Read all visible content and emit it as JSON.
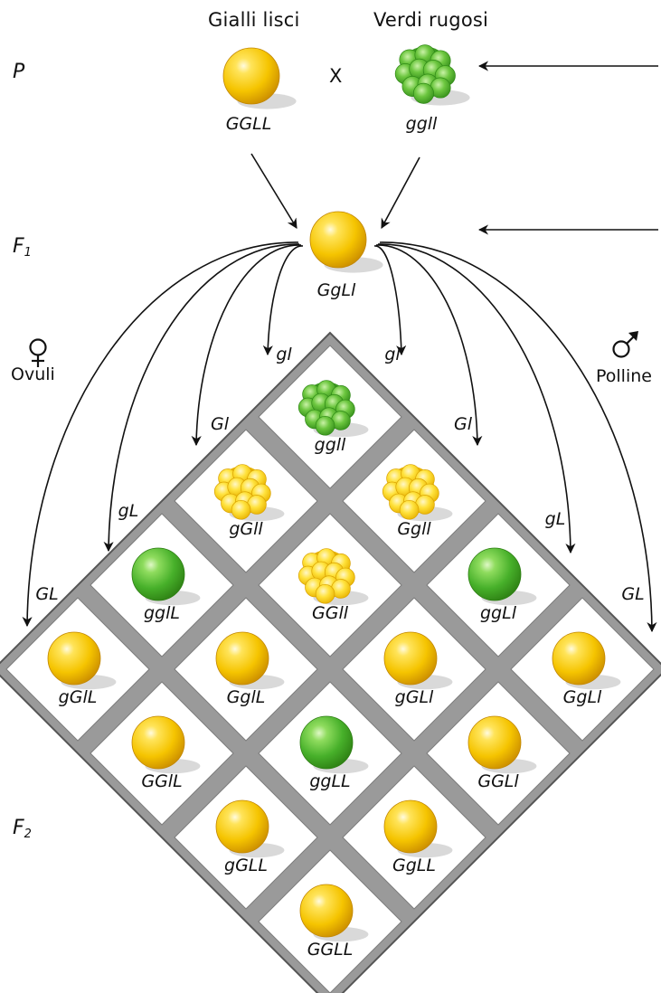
{
  "parents": {
    "left": {
      "title": "Gialli lisci",
      "genotype": "GGLL",
      "phenotype": "yellow-smooth"
    },
    "cross": "X",
    "right": {
      "title": "Verdi rugosi",
      "genotype": "ggll",
      "phenotype": "green-wrinkled"
    }
  },
  "generations": {
    "p": "P",
    "f1_letter": "F",
    "f1_sub": "1",
    "f2_letter": "F",
    "f2_sub": "2"
  },
  "f1": {
    "genotype": "GgLl",
    "phenotype": "yellow-smooth"
  },
  "female": {
    "symbol": "♀",
    "label": "Ovuli"
  },
  "male": {
    "symbol": "♂",
    "label": "Polline"
  },
  "gametes_female": [
    "gl",
    "Gl",
    "gL",
    "GL"
  ],
  "gametes_male": [
    "gl",
    "Gl",
    "gL",
    "GL"
  ],
  "grid": [
    {
      "genotype": "ggll",
      "phenotype": "green-wrinkled"
    },
    {
      "genotype": "Ggll",
      "phenotype": "yellow-wrinkled"
    },
    {
      "genotype": "gGll",
      "phenotype": "yellow-wrinkled"
    },
    {
      "genotype": "ggLl",
      "phenotype": "green-smooth"
    },
    {
      "genotype": "GGll",
      "phenotype": "yellow-wrinkled"
    },
    {
      "genotype": "gglL",
      "phenotype": "green-smooth"
    },
    {
      "genotype": "GgLl",
      "phenotype": "yellow-smooth"
    },
    {
      "genotype": "gGLl",
      "phenotype": "yellow-smooth"
    },
    {
      "genotype": "GglL",
      "phenotype": "yellow-smooth"
    },
    {
      "genotype": "gGlL",
      "phenotype": "yellow-smooth"
    },
    {
      "genotype": "GGLl",
      "phenotype": "yellow-smooth"
    },
    {
      "genotype": "ggLL",
      "phenotype": "green-smooth"
    },
    {
      "genotype": "GGlL",
      "phenotype": "yellow-smooth"
    },
    {
      "genotype": "GgLL",
      "phenotype": "yellow-smooth"
    },
    {
      "genotype": "gGLL",
      "phenotype": "yellow-smooth"
    },
    {
      "genotype": "GGLL",
      "phenotype": "yellow-smooth"
    }
  ],
  "colors": {
    "yellow": "#f5c400",
    "yellow_dark": "#c88a00",
    "green": "#47b02a",
    "green_dark": "#2c7d12",
    "cell_border": "#7d7d7d"
  }
}
